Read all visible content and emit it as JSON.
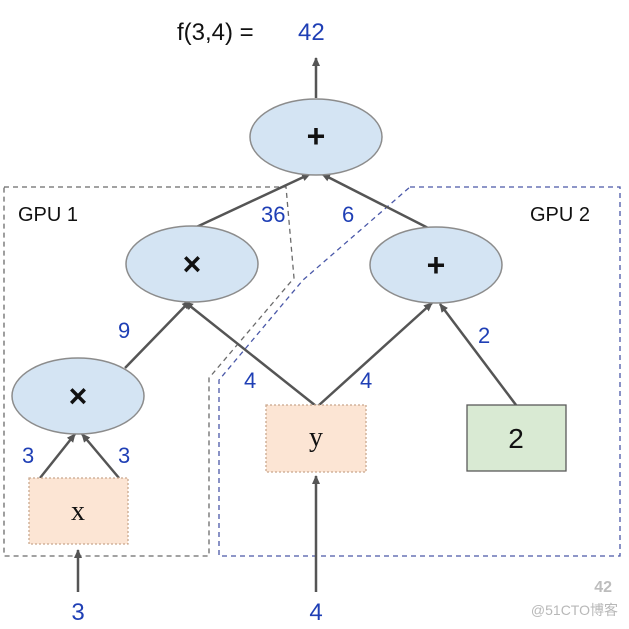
{
  "result": {
    "expression": "f(3,4) =",
    "value": "42"
  },
  "regions": {
    "gpu1": "GPU 1",
    "gpu2": "GPU 2"
  },
  "nodes": {
    "plus_top": "+",
    "mult_left": "×",
    "mult_bottom": "×",
    "plus_right": "+",
    "var_x": "x",
    "var_y": "y",
    "const_2": "2"
  },
  "edge_values": {
    "mult_left_to_plus": "36",
    "plus_right_to_plus": "6",
    "mult_bottom_to_mult_left": "9",
    "y_to_mult_left": "4",
    "y_to_plus_right": "4",
    "const_to_plus_right": "2",
    "x_to_mult_left_input": "3",
    "x_to_mult_right_input": "3"
  },
  "inputs": {
    "x": "3",
    "y": "4"
  },
  "page_number": "42",
  "watermark": "@51CTO博客",
  "colors": {
    "node_fill": "#d4e4f3",
    "node_stroke": "#8c8c8c",
    "var_fill": "#fce5d4",
    "var_stroke": "#c9a88e",
    "const_fill": "#d9ead3",
    "const_stroke": "#5a5a5a",
    "edge": "#555555",
    "value_text": "#1f3fb5",
    "label_text": "#111111",
    "region_border": "#6b6b6b",
    "region_border_dashed_blue": "#4a58a8",
    "page_number": "#bdbdbd",
    "watermark": "#b8b8b8"
  }
}
